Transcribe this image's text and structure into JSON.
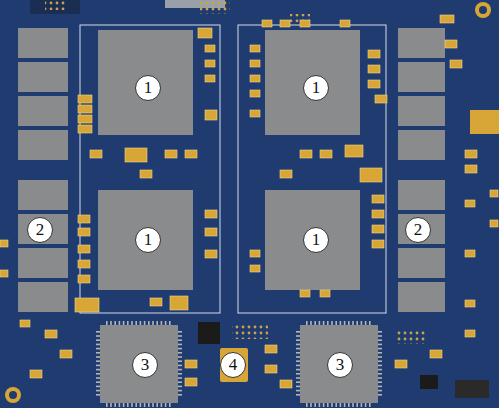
{
  "diagram": {
    "labels": [
      "1",
      "1",
      "1",
      "1",
      "2",
      "2",
      "3",
      "3",
      "4"
    ]
  }
}
